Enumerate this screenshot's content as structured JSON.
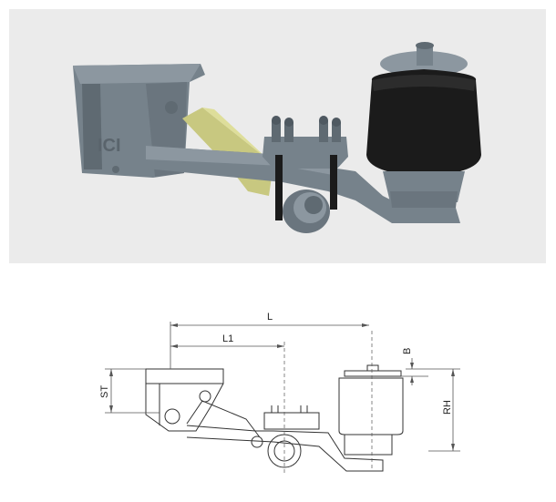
{
  "render": {
    "logo_text": "ICI",
    "colors": {
      "background": "#ebebeb",
      "steel": "#76828b",
      "steel_dark": "#5f6a72",
      "steel_light": "#8c97a0",
      "arm": "#c8c880",
      "bag": "#1b1b1b"
    }
  },
  "drawing": {
    "dimensions": {
      "L": "L",
      "L1": "L1",
      "B": "B",
      "ST": "ST",
      "RH": "RH"
    },
    "colors": {
      "line": "#333333",
      "dim_line": "#555555"
    }
  }
}
